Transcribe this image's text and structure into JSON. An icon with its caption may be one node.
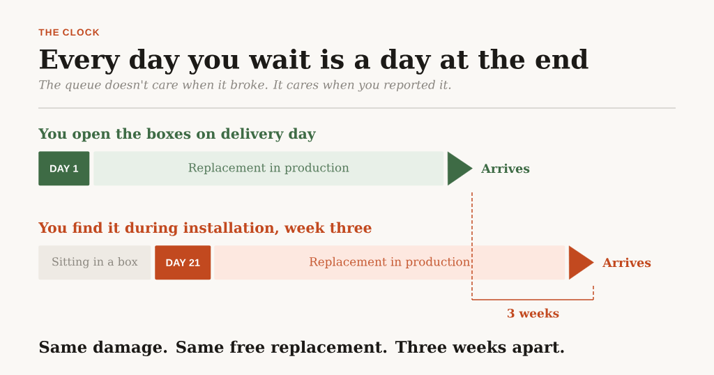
{
  "diagram": {
    "title": "Every day you wait is a day at the end",
    "caption": "Same damage. Same free replacement. Three weeks apart.",
    "nodes": [
      {
        "text": [
          "DAY 1"
        ]
      },
      {
        "text": [
          "Replacement in production"
        ]
      },
      {
        "text": [
          "Arrives"
        ]
      },
      {
        "text": [
          "Sitting in a box"
        ]
      },
      {
        "text": [
          "DAY 21"
        ]
      },
      {
        "text": [
          "Replacement in production"
        ]
      },
      {
        "text": [
          "Arrives"
        ]
      }
    ],
    "edges": [
      {
        "from": 1,
        "to": 2,
        "arrow": "to",
        "color": "#3e6b45"
      },
      {
        "from": 5,
        "to": 6,
        "arrow": "to",
        "color": "#c2491f"
      }
    ],
    "labels": [
      "THE CLOCK",
      "The queue doesn't care when it broke. It cares when you reported it.",
      "You open the boxes on delivery day",
      "You find it during installation, week three",
      "3 weeks"
    ]
  }
}
